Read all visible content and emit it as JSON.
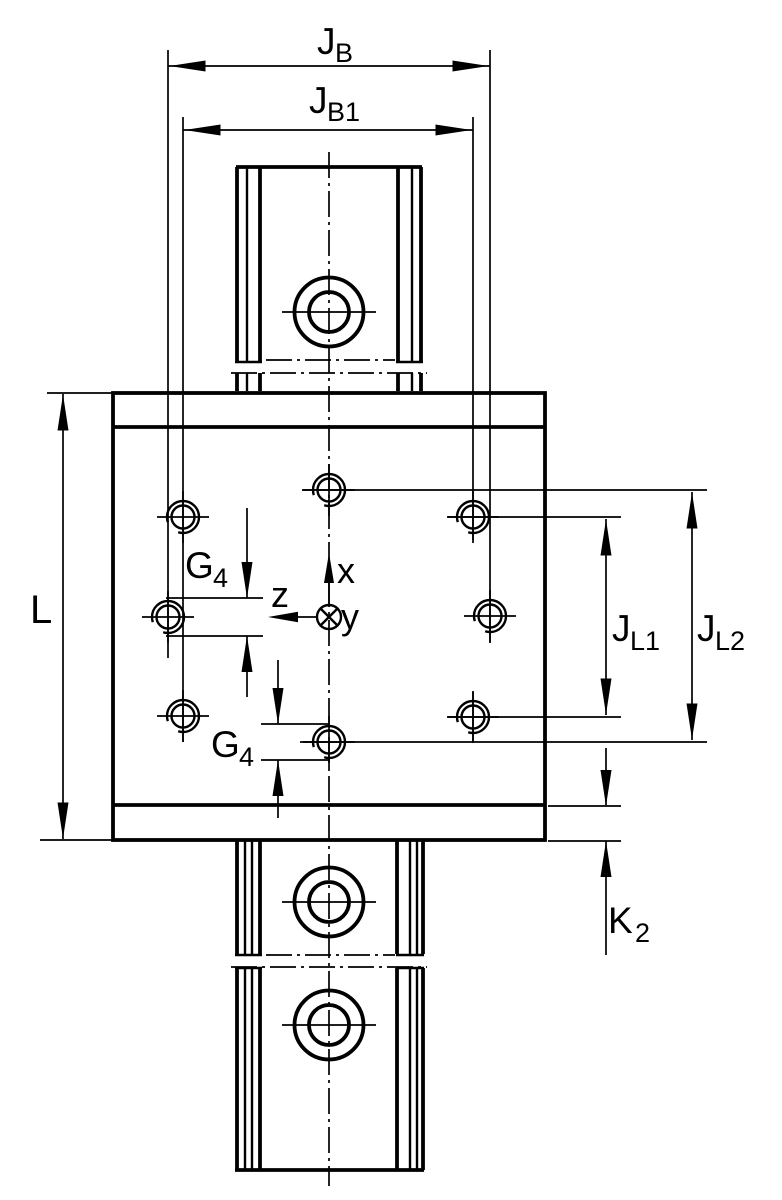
{
  "drawing": {
    "type": "technical-drawing",
    "background_color": "#ffffff",
    "line_color": "#000000",
    "dimensions": {
      "jb": {
        "main": "J",
        "sub": "B"
      },
      "jb1": {
        "main": "J",
        "sub": "B1"
      },
      "l": {
        "main": "L"
      },
      "g4_upper": {
        "main": "G",
        "sub": "4"
      },
      "g4_lower": {
        "main": "G",
        "sub": "4"
      },
      "jl1": {
        "main": "J",
        "sub": "L1"
      },
      "jl2": {
        "main": "J",
        "sub": "L2"
      },
      "k2": {
        "main": "K",
        "sub": "2"
      }
    },
    "axes": {
      "x": "x",
      "y": "y",
      "z": "z"
    }
  }
}
